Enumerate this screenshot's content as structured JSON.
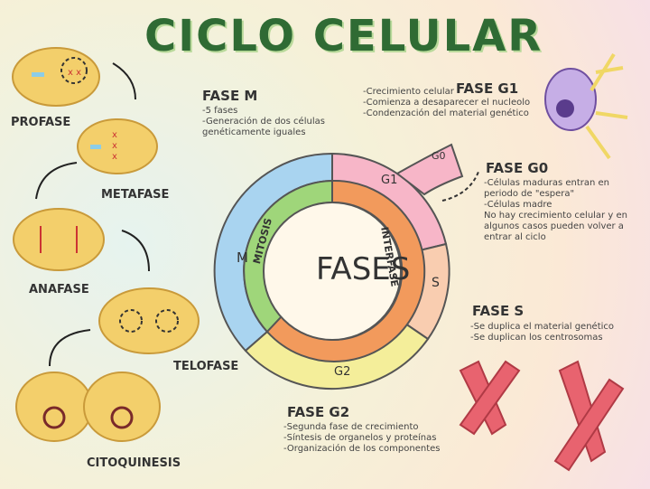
{
  "title_main": "CICLO CELULAR",
  "center_label": "FASES",
  "ring_labels": {
    "m": "M",
    "g1": "G1",
    "s": "S",
    "g2": "G2",
    "g0": "G0",
    "mitosis": "MITOSIS",
    "interfase": "INTERFASE"
  },
  "mitosis_stages": [
    "PROFASE",
    "METAFASE",
    "ANAFASE",
    "TELOFASE",
    "CITOQUINESIS"
  ],
  "fase_m": {
    "title": "FASE M",
    "lines": [
      "-5 fases",
      "-Generación de dos células",
      "genéticamente iguales"
    ]
  },
  "fase_g1": {
    "title": "FASE G1",
    "lines": [
      "-Crecimiento celular",
      "-Comienza a desaparecer el nucleolo",
      "-Condenzación del material  genético"
    ]
  },
  "fase_g0": {
    "title": "FASE G0",
    "lines": [
      "-Células maduras entran en",
      "periodo de \"espera\"",
      "-Células madre",
      "No hay crecimiento celular y en",
      "algunos casos pueden volver a",
      "entrar al ciclo"
    ]
  },
  "fase_s": {
    "title": "FASE S",
    "lines": [
      "-Se duplica el material genético",
      "-Se duplican los centrosomas"
    ]
  },
  "fase_g2": {
    "title": "FASE G2",
    "lines": [
      "-Segunda fase de crecimiento",
      "-Síntesis de organelos y proteínas",
      "-Organización de los componentes"
    ]
  },
  "colors": {
    "m": "#a9d4f0",
    "g1": "#f7b6c8",
    "s": "#f9cdb0",
    "g2": "#f4ee9a",
    "interfase": "#f29a5c",
    "mitosis": "#9fd67a",
    "title": "#2f6b34"
  }
}
